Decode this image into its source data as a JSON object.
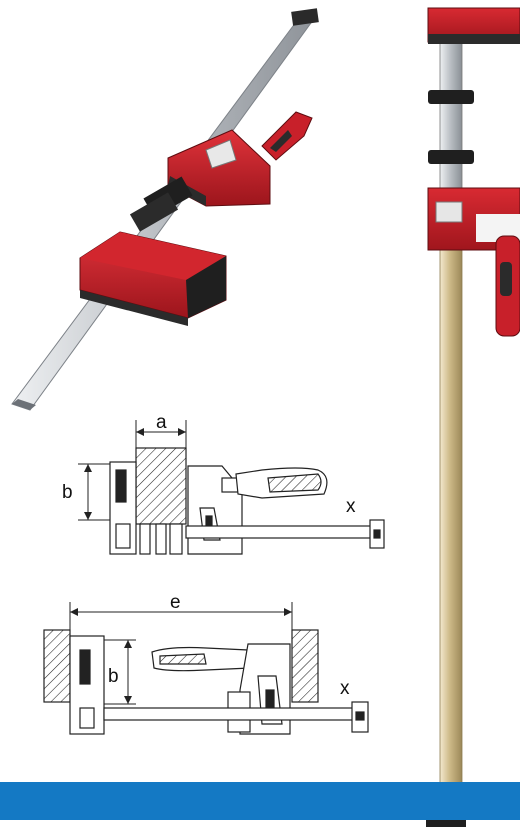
{
  "diagram1": {
    "label_a": "a",
    "label_b": "b",
    "label_x": "x"
  },
  "diagram2": {
    "label_e": "e",
    "label_b": "b",
    "label_x": "x"
  },
  "colors": {
    "clamp_red": "#c8202a",
    "clamp_dark_red": "#8f1319",
    "rail_silver": "#c9ccd0",
    "rail_gold": "#d8c79a",
    "footer_blue": "#1479c4"
  }
}
